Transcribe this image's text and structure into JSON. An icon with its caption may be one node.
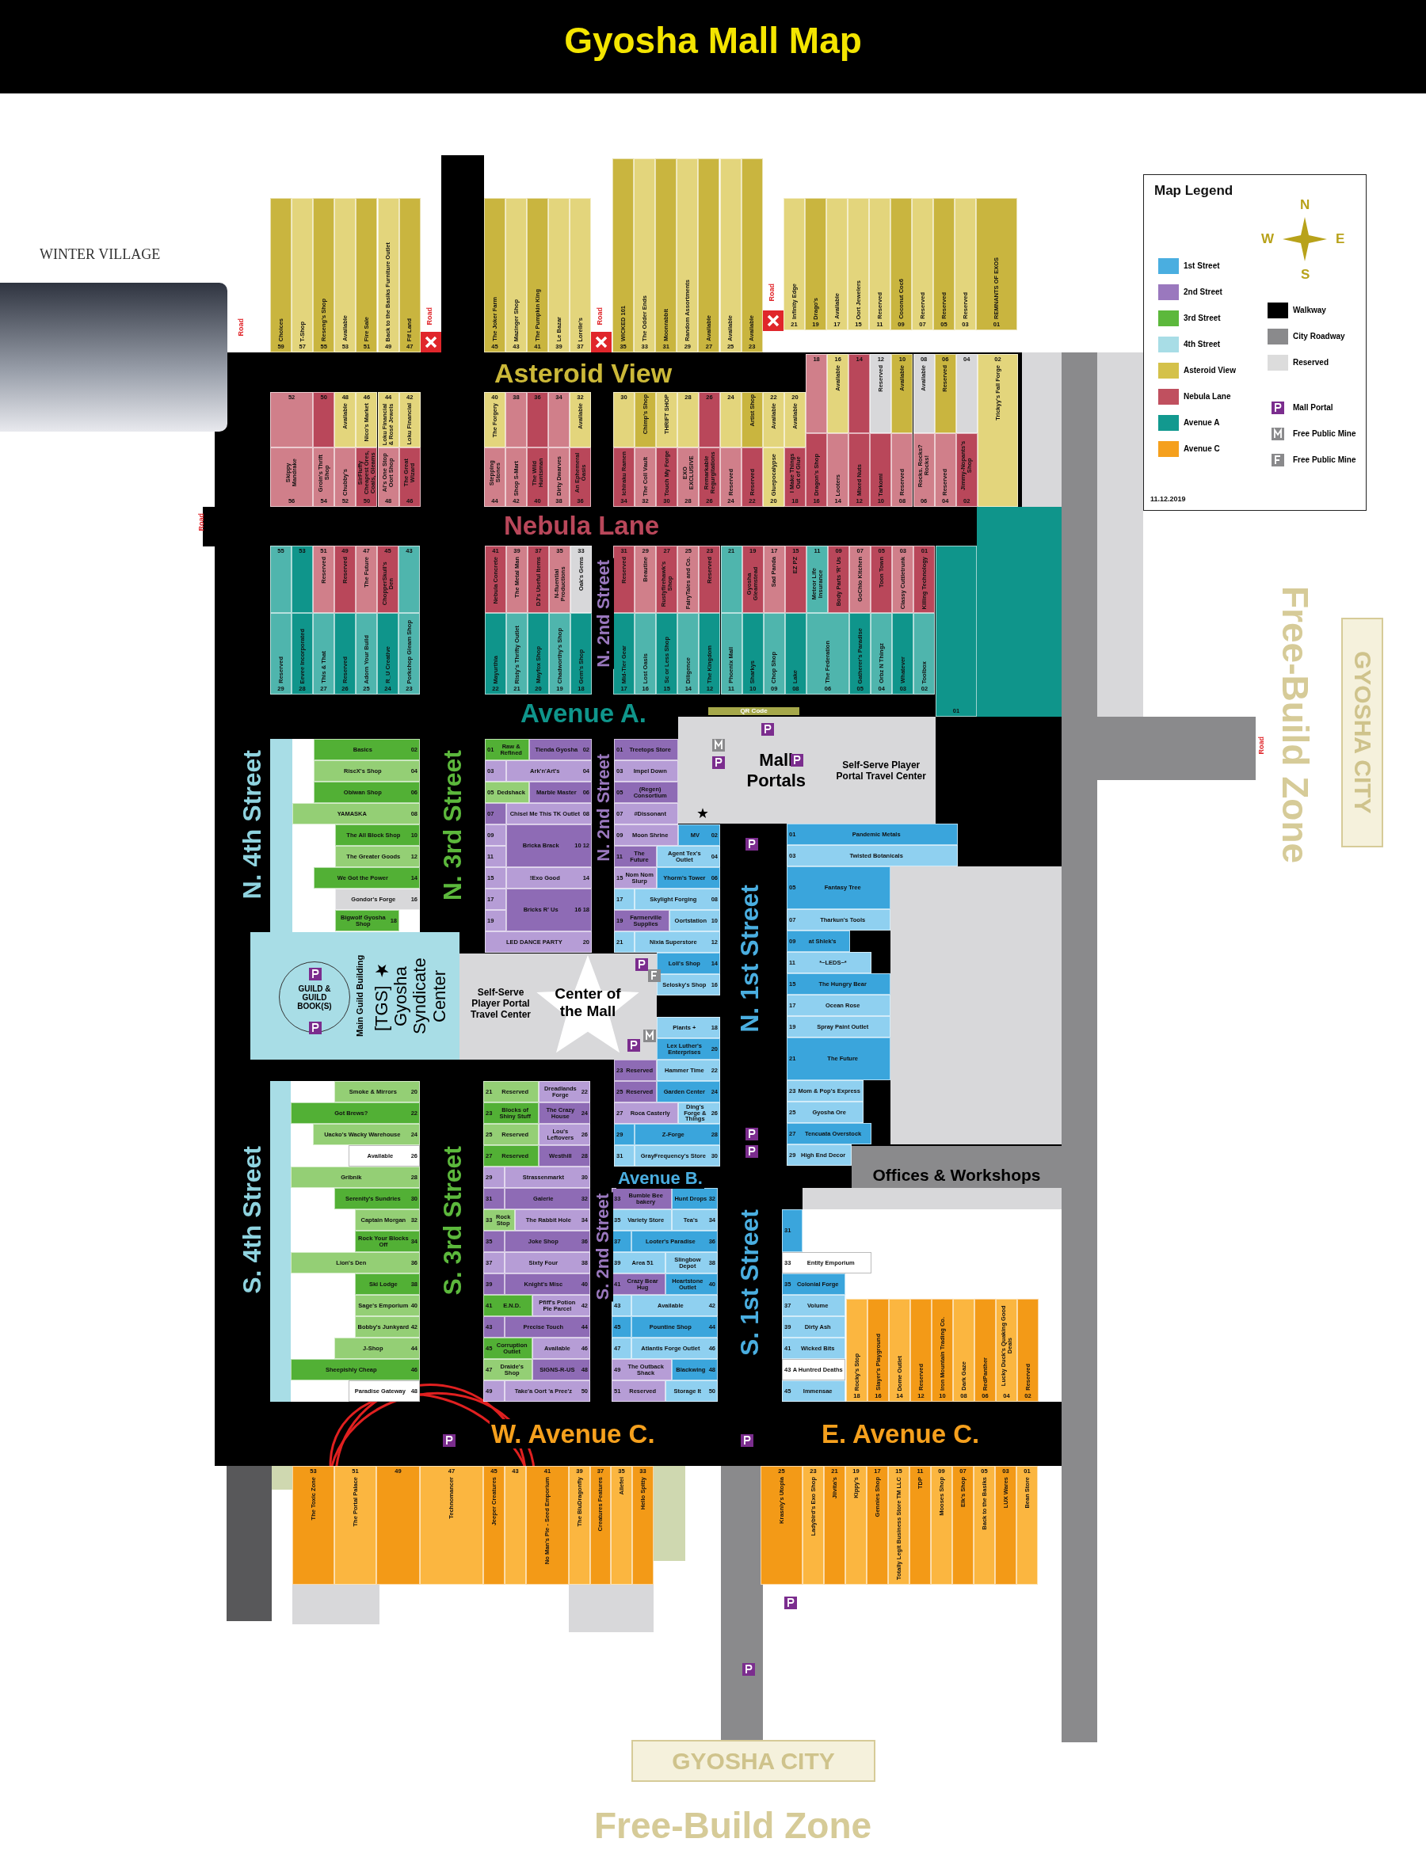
{
  "diagram": {
    "title": "Gyosha Mall Map",
    "nodes": [
      {
        "text": [
          "Choices",
          "59"
        ]
      },
      {
        "text": [
          "T-Shop",
          "57"
        ]
      },
      {
        "text": [
          "Reseng's Shop",
          "55"
        ]
      },
      {
        "text": [
          "Available",
          "53"
        ]
      },
      {
        "text": [
          "Fire Sale",
          "51"
        ]
      },
      {
        "text": [
          "Back to the Basiks Furniture Outlet",
          "49"
        ]
      },
      {
        "text": [
          "Fif Land",
          "47"
        ]
      },
      {
        "text": [
          "The Joker Farm",
          "45"
        ]
      },
      {
        "text": [
          "Mazinger Shop",
          "43"
        ]
      },
      {
        "text": [
          "The Pumpkin King",
          "41"
        ]
      },
      {
        "text": [
          "Le Bazar",
          "39"
        ]
      },
      {
        "text": [
          "Lorelle's",
          "37"
        ]
      },
      {
        "text": [
          "WICKED 101",
          "35"
        ]
      },
      {
        "text": [
          "The Odder Ends",
          "33"
        ]
      },
      {
        "text": [
          "Moonrabbit",
          "31"
        ]
      },
      {
        "text": [
          "Random Assortments",
          "29"
        ]
      },
      {
        "text": [
          "Available",
          "27"
        ]
      },
      {
        "text": [
          "Available",
          "25"
        ]
      },
      {
        "text": [
          "Available",
          "23"
        ]
      },
      {
        "text": [
          "Infinity Edge",
          "21"
        ]
      },
      {
        "text": [
          "Drago's",
          "19"
        ]
      },
      {
        "text": [
          "Available",
          "17"
        ]
      },
      {
        "text": [
          "Oort Jewelers",
          "15"
        ]
      },
      {
        "text": [
          "Reserved",
          "11"
        ]
      },
      {
        "text": [
          "Coconut Coc6",
          "09"
        ]
      },
      {
        "text": [
          "Reserved",
          "07"
        ]
      },
      {
        "text": [
          "Reserved",
          "05"
        ]
      },
      {
        "text": [
          "Reserved",
          "03"
        ]
      },
      {
        "text": [
          "REMNANTS OF EXOS",
          "01"
        ]
      },
      {
        "text": [
          "52"
        ]
      },
      {
        "text": [
          "Skippy Mandrake",
          "56"
        ]
      },
      {
        "text": [
          "50"
        ]
      },
      {
        "text": [
          "Groin's Thrift Shop",
          "54"
        ]
      },
      {
        "text": [
          "48",
          "Available"
        ]
      },
      {
        "text": [
          "Chubby's",
          "52"
        ]
      },
      {
        "text": [
          "46",
          "Nico's Market"
        ]
      },
      {
        "text": [
          "SirFluffy Cheapest Ores, Coals, Gleams",
          "50"
        ]
      },
      {
        "text": [
          "44",
          "Loku Financial & Rosé Jewels"
        ]
      },
      {
        "text": [
          "Al's One Stop Oort Shop",
          "48"
        ]
      },
      {
        "text": [
          "42",
          "Loku Financial"
        ]
      },
      {
        "text": [
          "The Great Wizard",
          "46"
        ]
      },
      {
        "text": [
          "40",
          "The Forgery"
        ]
      },
      {
        "text": [
          "Stepping Stones",
          "44"
        ]
      },
      {
        "text": [
          "38"
        ]
      },
      {
        "text": [
          "Shop S-Mart",
          "42"
        ]
      },
      {
        "text": [
          "36"
        ]
      },
      {
        "text": [
          "The Wild Huntsman",
          "40"
        ]
      },
      {
        "text": [
          "34"
        ]
      },
      {
        "text": [
          "Dirty Dwarves",
          "38"
        ]
      },
      {
        "text": [
          "32",
          "Available"
        ]
      },
      {
        "text": [
          "An Ephemeral Oasis",
          "36"
        ]
      },
      {
        "text": [
          "30"
        ]
      },
      {
        "text": [
          "Ichiraku Ramen",
          "34"
        ]
      },
      {
        "text": [
          "Chimp's Shop"
        ]
      },
      {
        "text": [
          "The Coll Vault",
          "32"
        ]
      },
      {
        "text": [
          "THRIFT SHOP"
        ]
      },
      {
        "text": [
          "Touch My Forge",
          "30"
        ]
      },
      {
        "text": [
          "28"
        ]
      },
      {
        "text": [
          "EXO EXCLUSIVE",
          "28"
        ]
      },
      {
        "text": [
          "26"
        ]
      },
      {
        "text": [
          "Remarkable Regurgitations",
          "26"
        ]
      },
      {
        "text": [
          "24"
        ]
      },
      {
        "text": [
          "Reserved",
          "24"
        ]
      },
      {
        "text": [
          "Artist Shop"
        ]
      },
      {
        "text": [
          "Reserved",
          "22"
        ]
      },
      {
        "text": [
          "22",
          "Available"
        ]
      },
      {
        "text": [
          "Gluepocalypse",
          "20"
        ]
      },
      {
        "text": [
          "20",
          "Available"
        ]
      },
      {
        "text": [
          "I Make Things Out of Glue",
          "18"
        ]
      },
      {
        "text": [
          "18"
        ]
      },
      {
        "text": [
          "Dragon's Shop",
          "16"
        ]
      },
      {
        "text": [
          "16",
          "Available"
        ]
      },
      {
        "text": [
          "Looters",
          "14"
        ]
      },
      {
        "text": [
          "14"
        ]
      },
      {
        "text": [
          "Mixed Nuts",
          "12"
        ]
      },
      {
        "text": [
          "12",
          "Reserved"
        ]
      },
      {
        "text": [
          "Tarkomi",
          "10"
        ]
      },
      {
        "text": [
          "10",
          "Available"
        ]
      },
      {
        "text": [
          "Reserved",
          "08"
        ]
      },
      {
        "text": [
          "08",
          "Available"
        ]
      },
      {
        "text": [
          "Rocks. Rocks? Rocks!",
          "06"
        ]
      },
      {
        "text": [
          "06",
          "Reserved"
        ]
      },
      {
        "text": [
          "Reserved",
          "04"
        ]
      },
      {
        "text": [
          "04"
        ]
      },
      {
        "text": [
          "Jimmy-Nopants's Shop",
          "02"
        ]
      },
      {
        "text": [
          "02",
          "Trickyy's Fall Forge"
        ]
      },
      {
        "text": [
          "55"
        ]
      },
      {
        "text": [
          "Reserved",
          "29"
        ]
      },
      {
        "text": [
          "53"
        ]
      },
      {
        "text": [
          "Eevee Incorporated",
          "28"
        ]
      },
      {
        "text": [
          "51",
          "Reserved"
        ]
      },
      {
        "text": [
          "This & That",
          "27"
        ]
      },
      {
        "text": [
          "49",
          "Reserved"
        ]
      },
      {
        "text": [
          "Reserved",
          "26"
        ]
      },
      {
        "text": [
          "47",
          "The Future"
        ]
      },
      {
        "text": [
          "Adorn Your Build",
          "25"
        ]
      },
      {
        "text": [
          "45",
          "ChopperSkull's Den"
        ]
      },
      {
        "text": [
          "R_U Creative",
          "24"
        ]
      },
      {
        "text": [
          "43"
        ]
      },
      {
        "text": [
          "Porkchop Gleam Shop",
          "23"
        ]
      },
      {
        "text": [
          "41",
          "Nebula Concrete"
        ]
      },
      {
        "text": [
          "Mayurthia",
          "22"
        ]
      },
      {
        "text": [
          "39",
          "The Metal Man"
        ]
      },
      {
        "text": [
          "Risty's Thrifty Outlet",
          "21"
        ]
      },
      {
        "text": [
          "37",
          "DJ's Useful Items"
        ]
      },
      {
        "text": [
          "Mayfox Shop",
          "20"
        ]
      },
      {
        "text": [
          "35",
          "N-fluential Productions"
        ]
      },
      {
        "text": [
          "Chadworthy's Shop",
          "19"
        ]
      },
      {
        "text": [
          "33",
          "Oak's Gems"
        ]
      },
      {
        "text": [
          "Gem's Shop",
          "18"
        ]
      },
      {
        "text": [
          "31",
          "Reserved"
        ]
      },
      {
        "text": [
          "Mid-Tier Gear",
          "17"
        ]
      },
      {
        "text": [
          "29",
          "Beautine"
        ]
      },
      {
        "text": [
          "Lost Oasis",
          "16"
        ]
      },
      {
        "text": [
          "27",
          "Rustyfirehawk's Shop"
        ]
      },
      {
        "text": [
          "Sc or Less Shop",
          "15"
        ]
      },
      {
        "text": [
          "25",
          "FairyTales and Co."
        ]
      },
      {
        "text": [
          "Diligence",
          "14"
        ]
      },
      {
        "text": [
          "23",
          "Reserved"
        ]
      },
      {
        "text": [
          "The Kingdom",
          "12"
        ]
      },
      {
        "text": [
          "21"
        ]
      },
      {
        "text": [
          "Phoenix Mall",
          "11"
        ]
      },
      {
        "text": [
          "19",
          "Gyosha Gleamstead"
        ]
      },
      {
        "text": [
          "Sharkys",
          "10"
        ]
      },
      {
        "text": [
          "17",
          "Sad Panda"
        ]
      },
      {
        "text": [
          "Chop Shop",
          "09"
        ]
      },
      {
        "text": [
          "15",
          "EZ PZ"
        ]
      },
      {
        "text": [
          "Lake",
          "08"
        ]
      },
      {
        "text": [
          "11",
          "Meteor Life Insurance"
        ]
      },
      {
        "text": [
          "09",
          "Body Parts 'R' Us"
        ]
      },
      {
        "text": [
          "The Federation",
          "06"
        ]
      },
      {
        "text": [
          "07",
          "GoChlo Kitchen"
        ]
      },
      {
        "text": [
          "Gatherer's Paradise",
          "05"
        ]
      },
      {
        "text": [
          "05",
          "Toon Town"
        ]
      },
      {
        "text": [
          "Orbz N Thingz",
          "04"
        ]
      },
      {
        "text": [
          "03",
          "Classy Cuttletrunk"
        ]
      },
      {
        "text": [
          "Whatever",
          "03"
        ]
      },
      {
        "text": [
          "01",
          "Killing Technology"
        ]
      },
      {
        "text": [
          "Toolbox",
          "02"
        ]
      },
      {
        "text": [
          "01"
        ]
      },
      {
        "text": [
          "Basics",
          "02"
        ]
      },
      {
        "text": [
          "RiscX's Shop",
          "04"
        ]
      },
      {
        "text": [
          "Obiwan Shop",
          "06"
        ]
      },
      {
        "text": [
          "YAMASKA",
          "08"
        ]
      },
      {
        "text": [
          "The All Block Shop",
          "10"
        ]
      },
      {
        "text": [
          "The Greater Goods",
          "12"
        ]
      },
      {
        "text": [
          "We Got the Power",
          "14"
        ]
      },
      {
        "text": [
          "Gondor's Forge",
          "16"
        ]
      },
      {
        "text": [
          "Bigwolf Gyosha Shop",
          "18"
        ]
      },
      {
        "text": [
          "01",
          "Raw & Refined"
        ]
      },
      {
        "text": [
          "Tienda Gyosha",
          "02"
        ]
      },
      {
        "text": [
          "03"
        ]
      },
      {
        "text": [
          "Ark'n'Art's",
          "04"
        ]
      },
      {
        "text": [
          "05",
          "Dedshack"
        ]
      },
      {
        "text": [
          "Marble Master",
          "06"
        ]
      },
      {
        "text": [
          "07"
        ]
      },
      {
        "text": [
          "Chisel Me This TK Outlet",
          "08"
        ]
      },
      {
        "text": [
          "09"
        ]
      },
      {
        "text": [
          "11"
        ]
      },
      {
        "text": [
          "Bricka Brack",
          "10",
          "12"
        ]
      },
      {
        "text": [
          "15"
        ]
      },
      {
        "text": [
          "!Exo Good",
          "14"
        ]
      },
      {
        "text": [
          "17"
        ]
      },
      {
        "text": [
          "19"
        ]
      },
      {
        "text": [
          "Bricks R' Us",
          "16",
          "18"
        ]
      },
      {
        "text": [
          "LED DANCE PARTY",
          "20"
        ]
      },
      {
        "text": [
          "01",
          "Treetops Store"
        ]
      },
      {
        "text": [
          "03",
          "Impel Down"
        ]
      },
      {
        "text": [
          "05",
          "(Regen) Consortium"
        ]
      },
      {
        "text": [
          "07",
          "#Dissonant"
        ]
      },
      {
        "text": [
          "09",
          "Moon Shrine"
        ]
      },
      {
        "text": [
          "MV",
          "02"
        ]
      },
      {
        "text": [
          "11",
          "The Future"
        ]
      },
      {
        "text": [
          "Agent Tex's Outlet",
          "04"
        ]
      },
      {
        "text": [
          "15",
          "Nom Nom Slurp"
        ]
      },
      {
        "text": [
          "Yhorm's Tower",
          "06"
        ]
      },
      {
        "text": [
          "17"
        ]
      },
      {
        "text": [
          "Skylight Forging",
          "08"
        ]
      },
      {
        "text": [
          "19",
          "Farmerville Supplies"
        ]
      },
      {
        "text": [
          "Oortstation",
          "10"
        ]
      },
      {
        "text": [
          "21"
        ]
      },
      {
        "text": [
          "Nixia Superstore",
          "12"
        ]
      },
      {
        "text": [
          "Loli's Shop",
          "14"
        ]
      },
      {
        "text": [
          "Selosky's Shop",
          "16"
        ]
      },
      {
        "text": [
          "Plants +",
          "18"
        ]
      },
      {
        "text": [
          "Lex Luther's Enterprises",
          "20"
        ]
      },
      {
        "text": [
          "23",
          "Reserved"
        ]
      },
      {
        "text": [
          "Hammer Time",
          "22"
        ]
      },
      {
        "text": [
          "25",
          "Reserved"
        ]
      },
      {
        "text": [
          "Garden Center",
          "24"
        ]
      },
      {
        "text": [
          "27",
          "Roca Casterly"
        ]
      },
      {
        "text": [
          "Ding's Forge & Things",
          "26"
        ]
      },
      {
        "text": [
          "29"
        ]
      },
      {
        "text": [
          "Z-Forge",
          "28"
        ]
      },
      {
        "text": [
          "31"
        ]
      },
      {
        "text": [
          "GrayFrequency's Store",
          "30"
        ]
      },
      {
        "text": [
          "01",
          "Pandemic Metals"
        ]
      },
      {
        "text": [
          "03",
          "Twisted Botanicals"
        ]
      },
      {
        "text": [
          "05",
          "Fantasy Tree"
        ]
      },
      {
        "text": [
          "07",
          "Tharkun's Tools"
        ]
      },
      {
        "text": [
          "09",
          "at Shlek's"
        ]
      },
      {
        "text": [
          "11",
          "*~LEDS~*"
        ]
      },
      {
        "text": [
          "15",
          "The Hungry Bear"
        ]
      },
      {
        "text": [
          "17",
          "Ocean Rose"
        ]
      },
      {
        "text": [
          "19",
          "Spray Paint Outlet"
        ]
      },
      {
        "text": [
          "21",
          "The Future"
        ]
      },
      {
        "text": [
          "23",
          "Mom & Pop's Express"
        ]
      },
      {
        "text": [
          "25",
          "Gyosha Ore"
        ]
      },
      {
        "text": [
          "27",
          "Tencuata Overstock"
        ]
      },
      {
        "text": [
          "29",
          "High End Decor"
        ]
      },
      {
        "text": [
          "Smoke & Mirrors",
          "20"
        ]
      },
      {
        "text": [
          "Got Brews?",
          "22"
        ]
      },
      {
        "text": [
          "Uacko's Wacky Warehouse",
          "24"
        ]
      },
      {
        "text": [
          "Available",
          "26"
        ]
      },
      {
        "text": [
          "Gribnik",
          "28"
        ]
      },
      {
        "text": [
          "Serenity's Sundries",
          "30"
        ]
      },
      {
        "text": [
          "Captain Morgan",
          "32"
        ]
      },
      {
        "text": [
          "Rock Your Blocks Off",
          "34"
        ]
      },
      {
        "text": [
          "Lion's Den",
          "36"
        ]
      },
      {
        "text": [
          "Ski Lodge",
          "38"
        ]
      },
      {
        "text": [
          "Sage's Emporium",
          "40"
        ]
      },
      {
        "text": [
          "Bobby's Junkyard",
          "42"
        ]
      },
      {
        "text": [
          "J-Shop",
          "44"
        ]
      },
      {
        "text": [
          "Sheepishly Cheap",
          "46"
        ]
      },
      {
        "text": [
          "Paradise Gateway",
          "48"
        ]
      },
      {
        "text": [
          "21",
          "Reserved"
        ]
      },
      {
        "text": [
          "Dreadlands Forge",
          "22"
        ]
      },
      {
        "text": [
          "23",
          "Blocks of Shiny Stuff"
        ]
      },
      {
        "text": [
          "The Crazy House",
          "24"
        ]
      },
      {
        "text": [
          "25",
          "Reserved"
        ]
      },
      {
        "text": [
          "Lou's Leftovers",
          "26"
        ]
      },
      {
        "text": [
          "27",
          "Reserved"
        ]
      },
      {
        "text": [
          "Westhill",
          "28"
        ]
      },
      {
        "text": [
          "29"
        ]
      },
      {
        "text": [
          "Strassenmarkt",
          "30"
        ]
      },
      {
        "text": [
          "31"
        ]
      },
      {
        "text": [
          "Galerie",
          "32"
        ]
      },
      {
        "text": [
          "33",
          "Rock Stop"
        ]
      },
      {
        "text": [
          "The Rabbit Hole",
          "34"
        ]
      },
      {
        "text": [
          "35"
        ]
      },
      {
        "text": [
          "Joke Shop",
          "36"
        ]
      },
      {
        "text": [
          "37"
        ]
      },
      {
        "text": [
          "Sixty Four",
          "38"
        ]
      },
      {
        "text": [
          "39"
        ]
      },
      {
        "text": [
          "Knight's Misc",
          "40"
        ]
      },
      {
        "text": [
          "41",
          "E.N.D."
        ]
      },
      {
        "text": [
          "Pfiff's Potion Pie Parcel",
          "42"
        ]
      },
      {
        "text": [
          "43"
        ]
      },
      {
        "text": [
          "Precise Touch",
          "44"
        ]
      },
      {
        "text": [
          "45",
          "Corruption Outlet"
        ]
      },
      {
        "text": [
          "Available",
          "46"
        ]
      },
      {
        "text": [
          "47",
          "Draide's Shop"
        ]
      },
      {
        "text": [
          "SIGNS-R-US",
          "48"
        ]
      },
      {
        "text": [
          "49"
        ]
      },
      {
        "text": [
          "Take'a Oort 'a Pree'z",
          "50"
        ]
      },
      {
        "text": [
          "33",
          "Bumble Bee bakery"
        ]
      },
      {
        "text": [
          "Hunt Drops",
          "32"
        ]
      },
      {
        "text": [
          "35",
          "Variety Store"
        ]
      },
      {
        "text": [
          "Tea's",
          "34"
        ]
      },
      {
        "text": [
          "37"
        ]
      },
      {
        "text": [
          "Looter's Paradise",
          "36"
        ]
      },
      {
        "text": [
          "39",
          "Area 51"
        ]
      },
      {
        "text": [
          "Slingbow Depot",
          "38"
        ]
      },
      {
        "text": [
          "41",
          "Crazy Bear Hug"
        ]
      },
      {
        "text": [
          "Heartstone Outlet",
          "40"
        ]
      },
      {
        "text": [
          "43"
        ]
      },
      {
        "text": [
          "Available",
          "42"
        ]
      },
      {
        "text": [
          "45"
        ]
      },
      {
        "text": [
          "Pountine Shop",
          "44"
        ]
      },
      {
        "text": [
          "47"
        ]
      },
      {
        "text": [
          "Atlantis Forge Outlet",
          "46"
        ]
      },
      {
        "text": [
          "49",
          "The Outback Shack"
        ]
      },
      {
        "text": [
          "Blackwing",
          "48"
        ]
      },
      {
        "text": [
          "51",
          "Reserved"
        ]
      },
      {
        "text": [
          "Storage It",
          "50"
        ]
      },
      {
        "text": [
          "31"
        ]
      },
      {
        "text": [
          "33",
          "Entity Emporium"
        ]
      },
      {
        "text": [
          "35",
          "Colonial Forge"
        ]
      },
      {
        "text": [
          "37",
          "Volume"
        ]
      },
      {
        "text": [
          "39",
          "Dirty Ash"
        ]
      },
      {
        "text": [
          "41",
          "Wicked Bits"
        ]
      },
      {
        "text": [
          "43",
          "A Huntred Deaths"
        ]
      },
      {
        "text": [
          "45",
          "Immensae"
        ]
      },
      {
        "text": [
          "Rocky's Stop",
          "18"
        ]
      },
      {
        "text": [
          "Slayer's Playground",
          "16"
        ]
      },
      {
        "text": [
          "Dome Outlet",
          "14"
        ]
      },
      {
        "text": [
          "Reserved",
          "12"
        ]
      },
      {
        "text": [
          "Iron Mountain Trading Co.",
          "10"
        ]
      },
      {
        "text": [
          "Dark Gaze",
          "08"
        ]
      },
      {
        "text": [
          "RedPanther",
          "06"
        ]
      },
      {
        "text": [
          "Lucky Duck's Quaking Good Deals",
          "04"
        ]
      },
      {
        "text": [
          "Reserved",
          "02"
        ]
      },
      {
        "text": [
          "53",
          "The Toxic Zone"
        ]
      },
      {
        "text": [
          "51",
          "The Portal Palace"
        ]
      },
      {
        "text": [
          "49"
        ]
      },
      {
        "text": [
          "47",
          "Technomancer"
        ]
      },
      {
        "text": [
          "45",
          "Jeeper Creatures"
        ]
      },
      {
        "text": [
          "43"
        ]
      },
      {
        "text": [
          "41",
          "No Man's Pie - Seed Emporium"
        ]
      },
      {
        "text": [
          "39",
          "The BluDragonfly"
        ]
      },
      {
        "text": [
          "37",
          "Creatures Features"
        ]
      },
      {
        "text": [
          "35",
          "Allefei"
        ]
      },
      {
        "text": [
          "33",
          "Hello Spitty"
        ]
      },
      {
        "text": [
          "25",
          "Krasniy's Utopia"
        ]
      },
      {
        "text": [
          "23",
          "Ladybird's Exo Shop"
        ]
      },
      {
        "text": [
          "21",
          "Jiivita's"
        ]
      },
      {
        "text": [
          "19",
          "Kippy's"
        ]
      },
      {
        "text": [
          "17",
          "Gennies Shop"
        ]
      },
      {
        "text": [
          "15",
          "Totally Legit Business Store TM LLC"
        ]
      },
      {
        "text": [
          "11",
          "TDP"
        ]
      },
      {
        "text": [
          "09",
          "Mooses Shop"
        ]
      },
      {
        "text": [
          "07",
          "Elk's Shop"
        ]
      },
      {
        "text": [
          "05",
          "Back to the Basiks"
        ]
      },
      {
        "text": [
          "03",
          "LUX Wares"
        ]
      },
      {
        "text": [
          "01",
          "Bean Store"
        ]
      },
      {
        "text": [
          "Mall Portals",
          "Self-Serve Player Portal Travel Center"
        ]
      },
      {
        "text": [
          "Self-Serve Player Portal Travel Center"
        ]
      },
      {
        "text": [
          "Center of the Mall"
        ],
        "in": 316
      },
      {
        "text": [
          "Main Guild Building",
          "[TGS] ★ Gyosha Syndicate Center"
        ]
      },
      {
        "text": [
          "GUILD & GUILD BOOK(S)"
        ],
        "in": 318
      },
      {
        "text": [
          "Offices & Workshops"
        ]
      },
      {
        "text": [
          "GYOSHA CITY"
        ]
      },
      {
        "text": [
          "GYOSHA CITY"
        ]
      }
    ],
    "labels": [
      "Road",
      "Road",
      "Road",
      "Road",
      "WINTER VILLAGE",
      "Map Legend",
      "N",
      "W",
      "E",
      "S",
      "11.12.2019",
      "Asteroid View",
      "Road",
      "Nebula Lane",
      "N. 2nd Street",
      "Free-Build Zone",
      "Avenue A.",
      "QR Code",
      "Road",
      "N. 4th Street",
      "N. 3rd Street",
      "N. 2nd Street",
      "N. 1st Street",
      "Avenue B.",
      "S. 4th Street",
      "S. 3rd Street",
      "S. 2nd Street",
      "S. 1st Street",
      "W. Avenue C.",
      "E. Avenue C.",
      "Free-Build Zone"
    ],
    "legend": [
      {
        "text": "1st Street",
        "color": "#4aaee0"
      },
      {
        "text": "2nd Street",
        "color": "#9a78be"
      },
      {
        "text": "3rd Street",
        "color": "#5cb83c"
      },
      {
        "text": "4th Street",
        "color": "#a8dde6"
      },
      {
        "text": "Asteroid View",
        "color": "#d4c14a"
      },
      {
        "text": "Nebula Lane",
        "color": "#c0505f"
      },
      {
        "text": "Avenue A",
        "color": "#12998f"
      },
      {
        "text": "Avenue C",
        "color": "#f5a01d"
      },
      {
        "text": "Walkway",
        "color": "#000000"
      },
      {
        "text": "City Roadway",
        "color": "#8a8a8c"
      },
      {
        "text": "Reserved",
        "color": "#dcdcdc"
      },
      {
        "text": "Mall Portal"
      },
      {
        "text": "Free Public Mine"
      },
      {
        "text": "Free Public Mine"
      }
    ]
  }
}
